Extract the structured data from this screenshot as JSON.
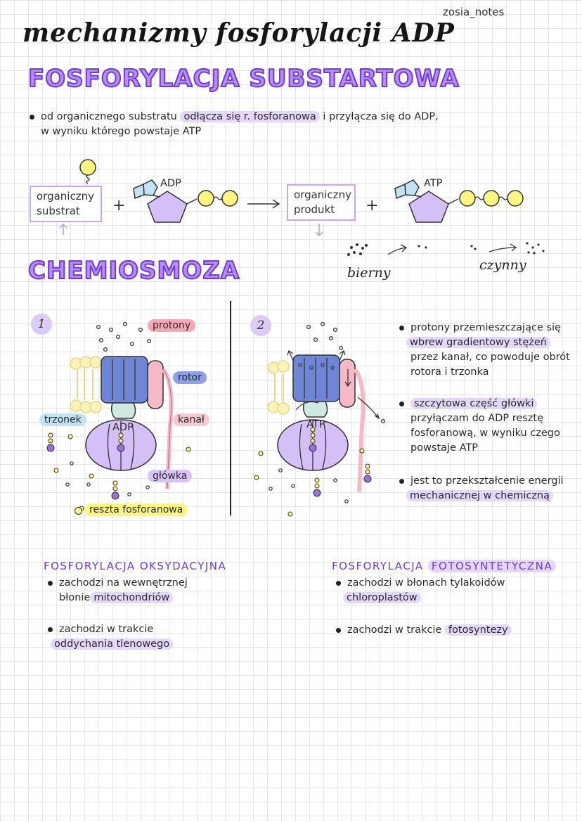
{
  "header": {
    "author": "zosia_notes",
    "title": "mechanizmy fosforylacji ADP"
  },
  "substrate_section": {
    "title": "FOSFORYLACJA SUBSTARTOWA",
    "bullet": {
      "line1_before": "od organicznego substratu",
      "line1_highlight": "odłącza się r. fosforanowa",
      "line1_after": "i przyłącza się do ADP,",
      "line2": "w wyniku którego powstaje ATP"
    },
    "diagram": {
      "substrate_box_line1": "organiczny",
      "substrate_box_line2": "substrat",
      "plus1": "+",
      "adp_label": "ADP",
      "product_box_line1": "organiczny",
      "product_box_line2": "produkt",
      "plus2": "+",
      "atp_label": "ATP",
      "passive_label": "bierny",
      "active_label": "czynny"
    }
  },
  "chemiosmosis_section": {
    "title": "CHEMIOSMOZA",
    "panel1": {
      "number": "1",
      "protons": "protony",
      "rotor": "rotor",
      "stalk": "trzonek",
      "channel": "kanał",
      "adp": "ADP",
      "head": "główka",
      "phosphate": "reszta fosforanowa"
    },
    "panel2": {
      "number": "2",
      "atp": "ATP"
    },
    "bullets": [
      {
        "line1": "protony przemieszczające się",
        "line2_highlight": "wbrew gradientowy stężeń",
        "line3": "przez kanał, co powoduje obrót",
        "line4": "rotora i trzonka"
      },
      {
        "line1_highlight": "szczytowa część główki",
        "line2": "przyłączam do ADP resztę",
        "line3": "fosforanową, w wyniku czego",
        "line4": "powstaje ATP"
      },
      {
        "line1": "jest to przekształcenie energii",
        "line2_highlight": "mechanicznej w chemiczną"
      }
    ]
  },
  "oxidative": {
    "title": "FOSFORYLACJA OKSYDACYJNA",
    "b1_line1": "zachodzi na wewnętrznej",
    "b1_line2_before": "błonie",
    "b1_line2_highlight": "mitochondriów",
    "b2_line1": "zachodzi w trakcie",
    "b2_line2_highlight": "oddychania tlenowego"
  },
  "photosynthetic": {
    "title_before": "FOSFORYLACJA",
    "title_highlight": "FOTOSYNTETYCZNA",
    "b1_line1": "zachodzi w błonach tylakoidów",
    "b1_line2_highlight": "chloroplastów",
    "b2_before": "zachodzi w trakcie",
    "b2_highlight": "fotosyntezy"
  },
  "colors": {
    "lavender": "#c9aef5",
    "purple_accent": "#6d3bd6",
    "yellow": "#fdf680",
    "blue_rotor": "#6f86d6",
    "light_blue": "#c2e3f2",
    "pink": "#f6b9c8",
    "mint": "#cfe9e2"
  }
}
